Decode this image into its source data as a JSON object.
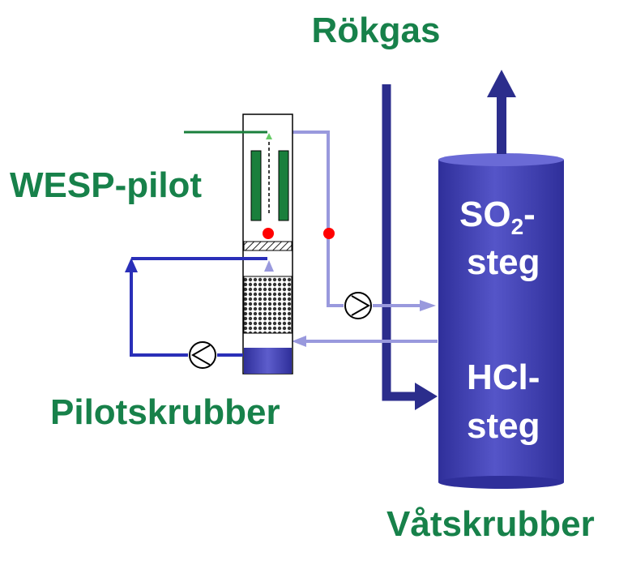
{
  "labels": {
    "rokgas": "Rökgas",
    "wesp_pilot": "WESP-pilot",
    "pilotskrubber": "Pilotskrubber",
    "vatskrubber": "Våtskrubber",
    "so2_main": "SO",
    "so2_sub": "2",
    "so2_dash": "-",
    "steg_1": "steg",
    "hcl": "HCl-",
    "steg_2": "steg"
  },
  "colors": {
    "label_green": "#17814a",
    "electrode_green": "#1a7f3c",
    "tower_blue": "#4444b8",
    "dark_blue_line": "#2b2d8c",
    "loop_blue": "#2a2fb8",
    "light_blue_line": "#9999dd",
    "sample_point_red": "#ff0000"
  },
  "icons": {
    "pump_1": "pump-icon",
    "pump_2": "pump-icon",
    "arrow_up": "arrow-up-icon"
  }
}
